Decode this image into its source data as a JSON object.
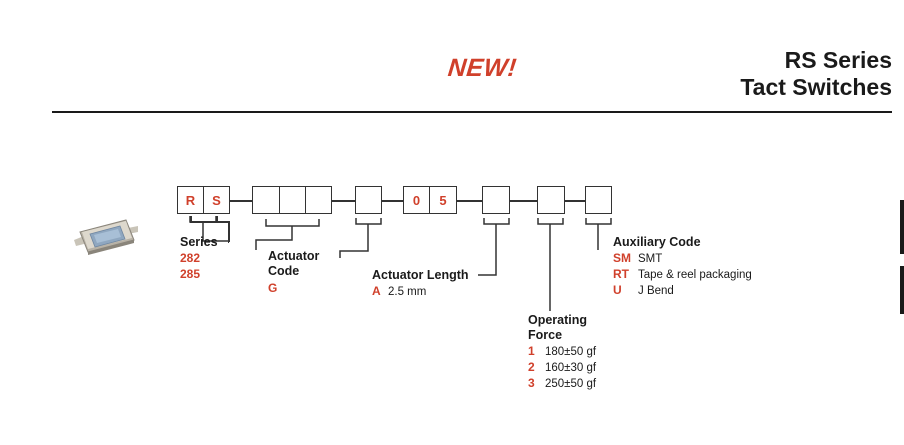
{
  "header": {
    "badge": "NEW!",
    "title_line1": "RS Series",
    "title_line2": "Tact Switches"
  },
  "part_number": {
    "boxes": [
      "R",
      "S",
      "",
      "",
      "",
      "",
      "0",
      "5",
      "",
      "",
      ""
    ]
  },
  "fields": {
    "series": {
      "label": "Series",
      "options": [
        "282",
        "285"
      ]
    },
    "actuator_code": {
      "label_line1": "Actuator",
      "label_line2": "Code",
      "options": [
        "G"
      ]
    },
    "actuator_length": {
      "label": "Actuator Length",
      "options": [
        {
          "code": "A",
          "desc": "2.5 mm"
        }
      ]
    },
    "operating_force": {
      "label_line1": "Operating",
      "label_line2": "Force",
      "options": [
        {
          "code": "1",
          "desc": "180±50 gf"
        },
        {
          "code": "2",
          "desc": "160±30 gf"
        },
        {
          "code": "3",
          "desc": "250±50 gf"
        }
      ]
    },
    "auxiliary_code": {
      "label": "Auxiliary Code",
      "options": [
        {
          "code": "SM",
          "desc": "SMT"
        },
        {
          "code": "RT",
          "desc": "Tape & reel packaging"
        },
        {
          "code": "U",
          "desc": "J Bend"
        }
      ]
    }
  },
  "colors": {
    "accent": "#d0402b",
    "text": "#1a1a1a"
  }
}
